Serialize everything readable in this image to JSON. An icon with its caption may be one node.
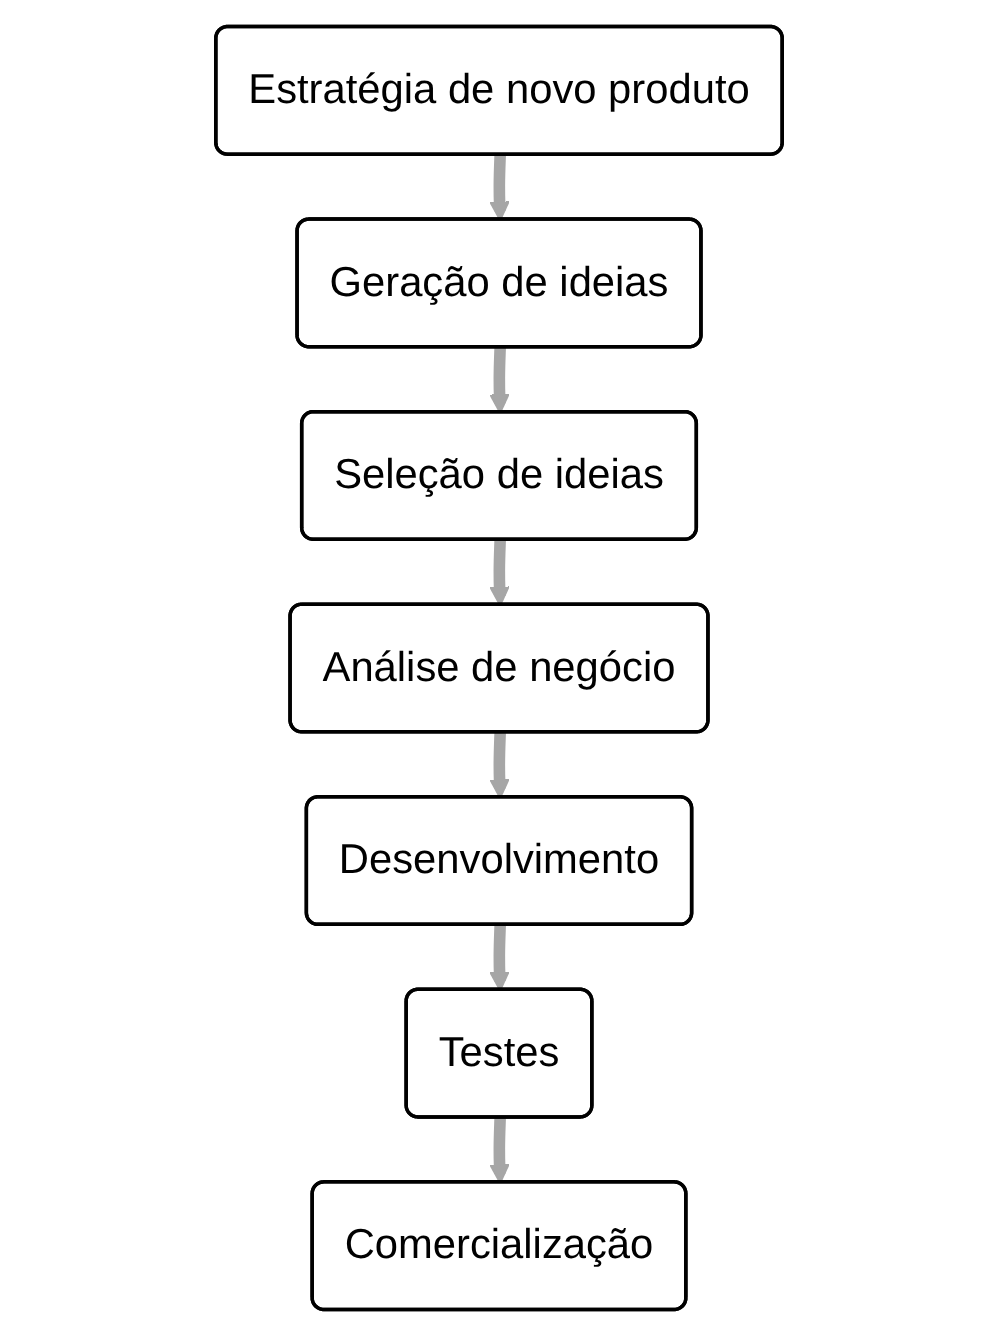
{
  "diagram": {
    "nodes": [
      {
        "text": [
          "Estratégia de novo produto"
        ]
      },
      {
        "text": [
          "Geração de ideias"
        ]
      },
      {
        "text": [
          "Seleção de ideias"
        ]
      },
      {
        "text": [
          "Análise de negócio"
        ]
      },
      {
        "text": [
          "Desenvolvimento"
        ]
      },
      {
        "text": [
          "Testes"
        ]
      },
      {
        "text": [
          "Comercialização"
        ]
      }
    ],
    "edges": [
      {
        "from": 0,
        "to": 1,
        "arrow": "to"
      },
      {
        "from": 1,
        "to": 2,
        "arrow": "to"
      },
      {
        "from": 2,
        "to": 3,
        "arrow": "to"
      },
      {
        "from": 3,
        "to": 4,
        "arrow": "to"
      },
      {
        "from": 4,
        "to": 5,
        "arrow": "to"
      },
      {
        "from": 5,
        "to": 6,
        "arrow": "to"
      }
    ]
  }
}
